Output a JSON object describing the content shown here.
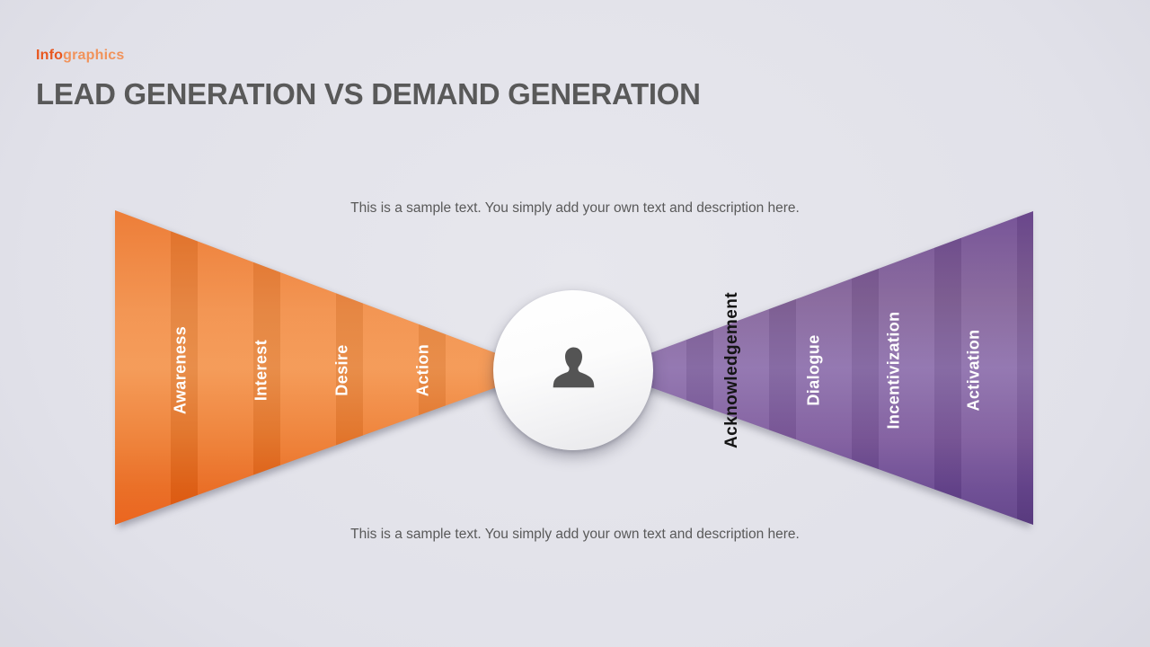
{
  "eyebrow": {
    "prefix": "Info",
    "suffix": "graphics"
  },
  "title": "LEAD GENERATION VS DEMAND GENERATION",
  "captions": {
    "top": "This is a sample text. You simply add your own text and description here.",
    "bottom": "This is a sample text. You simply add your own text and description here."
  },
  "funnels": {
    "left": {
      "stages": [
        "Awareness",
        "Interest",
        "Desire",
        "Action"
      ],
      "color": "#ED7D31"
    },
    "right": {
      "stages": [
        "Acknowledgement",
        "Dialogue",
        "Incentivization",
        "Activation"
      ],
      "color": "#7B569B"
    }
  },
  "icons": {
    "center": "person-icon"
  },
  "colors": {
    "background": "#DFDFE7",
    "title_text": "#595959",
    "caption_text": "#595959",
    "eyebrow_dark_orange": "#E8571F",
    "eyebrow_light_orange": "#F1935B",
    "stage_text_light": "#FFFFFF",
    "stage_text_dark": "#141414",
    "person_icon": "#545454"
  }
}
